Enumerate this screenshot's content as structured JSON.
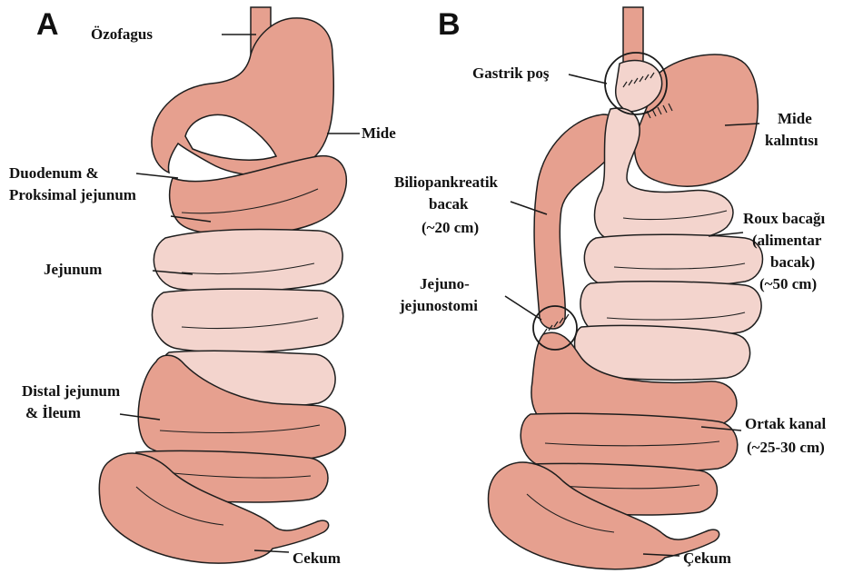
{
  "panel_a": {
    "letter": "A",
    "labels": {
      "esophagus": "Özofagus",
      "stomach": "Mide",
      "duodenum_line1": "Duodenum &",
      "duodenum_line2": "Proksimal jejunum",
      "jejunum": "Jejunum",
      "distal_line1": "Distal jejunum",
      "distal_line2": "& İleum",
      "cecum": "Cekum"
    }
  },
  "panel_b": {
    "letter": "B",
    "labels": {
      "gastric_pouch": "Gastrik poş",
      "remnant_line1": "Mide",
      "remnant_line2": "kalıntısı",
      "bp_line1": "Biliopankreatik",
      "bp_line2": "bacak",
      "bp_line3": "(~20 cm)",
      "roux_line1": "Roux bacağı",
      "roux_line2": "(alimentar",
      "roux_line3": "bacak)",
      "roux_line4": "(~50 cm)",
      "jj_line1": "Jejuno-",
      "jj_line2": "jejunostomi",
      "common_line1": "Ortak kanal",
      "common_line2": "(~25-30 cm)",
      "cecum": "Çekum"
    }
  },
  "colors": {
    "dark_tissue": "#e6a08f",
    "light_tissue": "#f3d4cd",
    "outline": "#1e1e1e"
  }
}
